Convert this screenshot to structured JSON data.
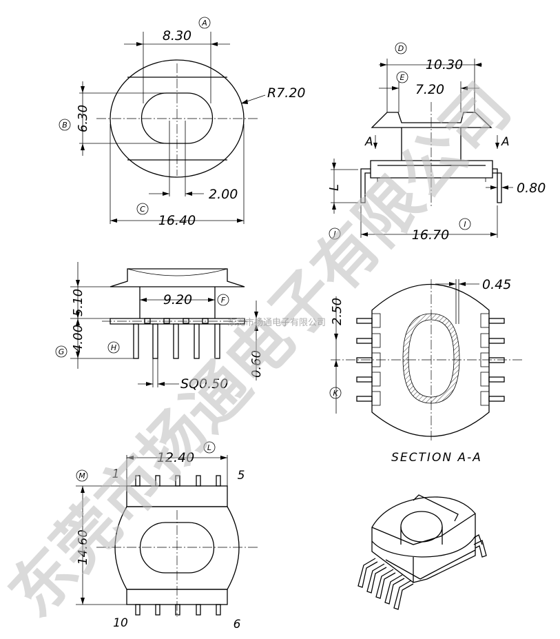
{
  "top_view": {
    "dims": {
      "width_top": "8.30",
      "height": "6.30",
      "radius": "R7.20",
      "slot": "2.00",
      "width_bottom": "16.40"
    },
    "refs": {
      "a": "A",
      "b": "B",
      "c": "C"
    }
  },
  "side_view": {
    "dims": {
      "outer": "10.30",
      "inner": "7.20",
      "l": "L",
      "lead": "0.80",
      "span": "16.70"
    },
    "section_marks": {
      "left": "A",
      "right": "A"
    },
    "refs": {
      "d": "D",
      "e": "E",
      "i": "I",
      "j": "J"
    }
  },
  "front_view": {
    "dims": {
      "flange": "5.10",
      "window": "9.20",
      "pin_len": "4.00",
      "pin_size": "SQ0.50",
      "offset": "0.60"
    },
    "refs": {
      "f": "F",
      "g": "G",
      "h": "H"
    }
  },
  "section_view": {
    "dims": {
      "wall": "0.45",
      "pitch": "2.50"
    },
    "refs": {
      "k": "K"
    },
    "caption": "SECTION A-A"
  },
  "bottom_view": {
    "dims": {
      "width": "12.40",
      "height": "14.60"
    },
    "refs": {
      "l": "L",
      "m": "M"
    },
    "pins": {
      "p1": "1",
      "p5": "5",
      "p10": "10",
      "p6": "6"
    }
  },
  "watermark": {
    "big": "东莞市扬通电子有限公司",
    "small": "东莞市扬通电子有限公司"
  }
}
